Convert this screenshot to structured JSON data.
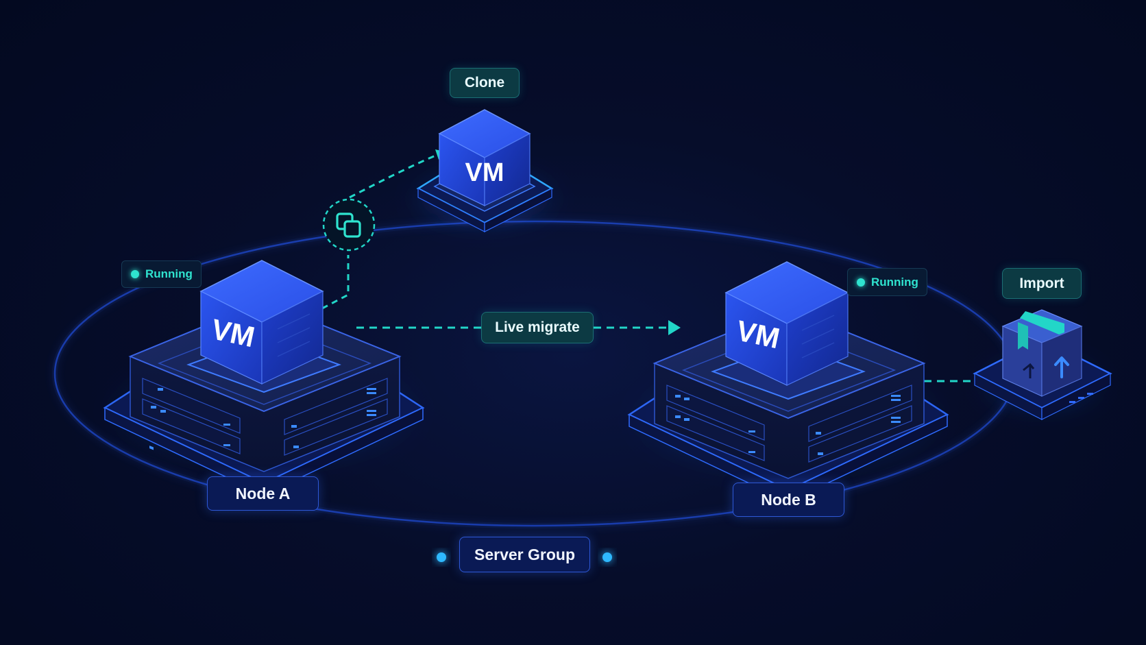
{
  "labels": {
    "clone": "Clone",
    "live_migrate": "Live migrate",
    "import": "Import",
    "server_group": "Server Group"
  },
  "nodes": [
    {
      "name": "Node A",
      "status": "Running",
      "vm_label": "VM"
    },
    {
      "name": "Node B",
      "status": "Running",
      "vm_label": "VM"
    }
  ],
  "clone_vm": {
    "vm_label": "VM"
  },
  "colors": {
    "background": "#040b22",
    "accent_teal": "#2fe3cf",
    "accent_blue": "#2f6bff",
    "cube_blue": "#2449e0"
  },
  "icons": [
    "copy-icon",
    "package-icon",
    "arrow-up-icon"
  ]
}
